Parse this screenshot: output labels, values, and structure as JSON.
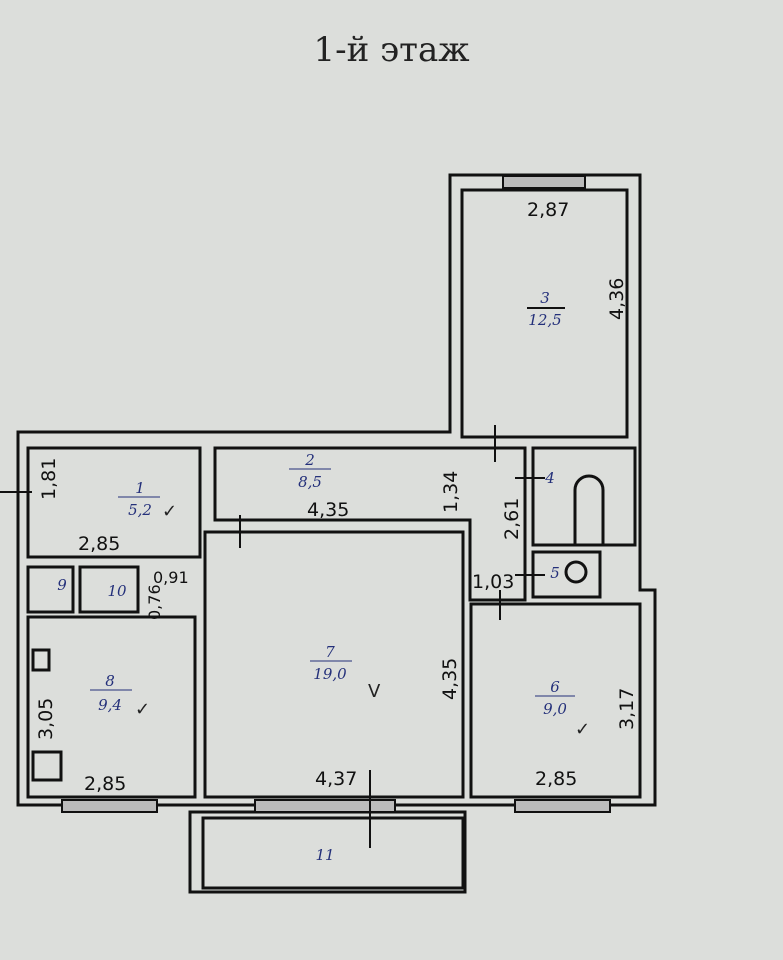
{
  "title": "1-й этаж",
  "rooms": [
    {
      "number": "1",
      "area": "5,2",
      "check": "✓"
    },
    {
      "number": "2",
      "area": "8,5"
    },
    {
      "number": "3",
      "area": "12,5"
    },
    {
      "number": "4"
    },
    {
      "number": "5"
    },
    {
      "number": "6",
      "area": "9,0",
      "check": "✓"
    },
    {
      "number": "7",
      "area": "19,0",
      "check": "V"
    },
    {
      "number": "8",
      "area": "9,4",
      "check": "✓"
    },
    {
      "number": "9"
    },
    {
      "number": "10"
    },
    {
      "number": "11"
    }
  ],
  "dimensions": {
    "room3_width": "2,87",
    "room3_length": "4,36",
    "room1_height": "1,81",
    "room1_width": "2,85",
    "corridor_length": "4,35",
    "corridor_width": "1,34",
    "hall_length": "2,61",
    "hall_width": "1,03",
    "closet_width": "0,91",
    "closet_depth": "0,76",
    "room8_length": "3,05",
    "room8_width": "2,85",
    "room7_length": "4,35",
    "room7_width": "4,37",
    "room6_length": "3,17",
    "room6_width": "2,85"
  }
}
